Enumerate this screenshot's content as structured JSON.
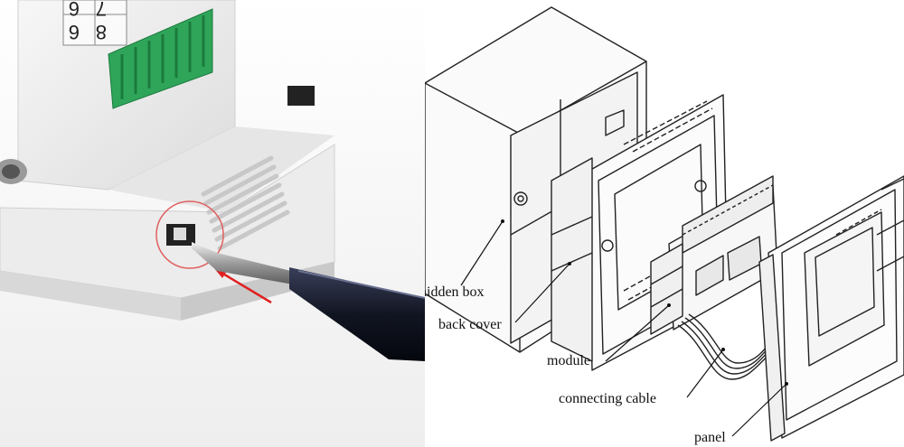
{
  "photo": {
    "terminal_digits": [
      "6",
      "8",
      "7",
      "6"
    ]
  },
  "diagram": {
    "labels": {
      "hidden_box": "hidden box",
      "back_cover": "back cover",
      "module": "module",
      "connecting_cable": "connecting cable",
      "panel": "panel"
    }
  }
}
